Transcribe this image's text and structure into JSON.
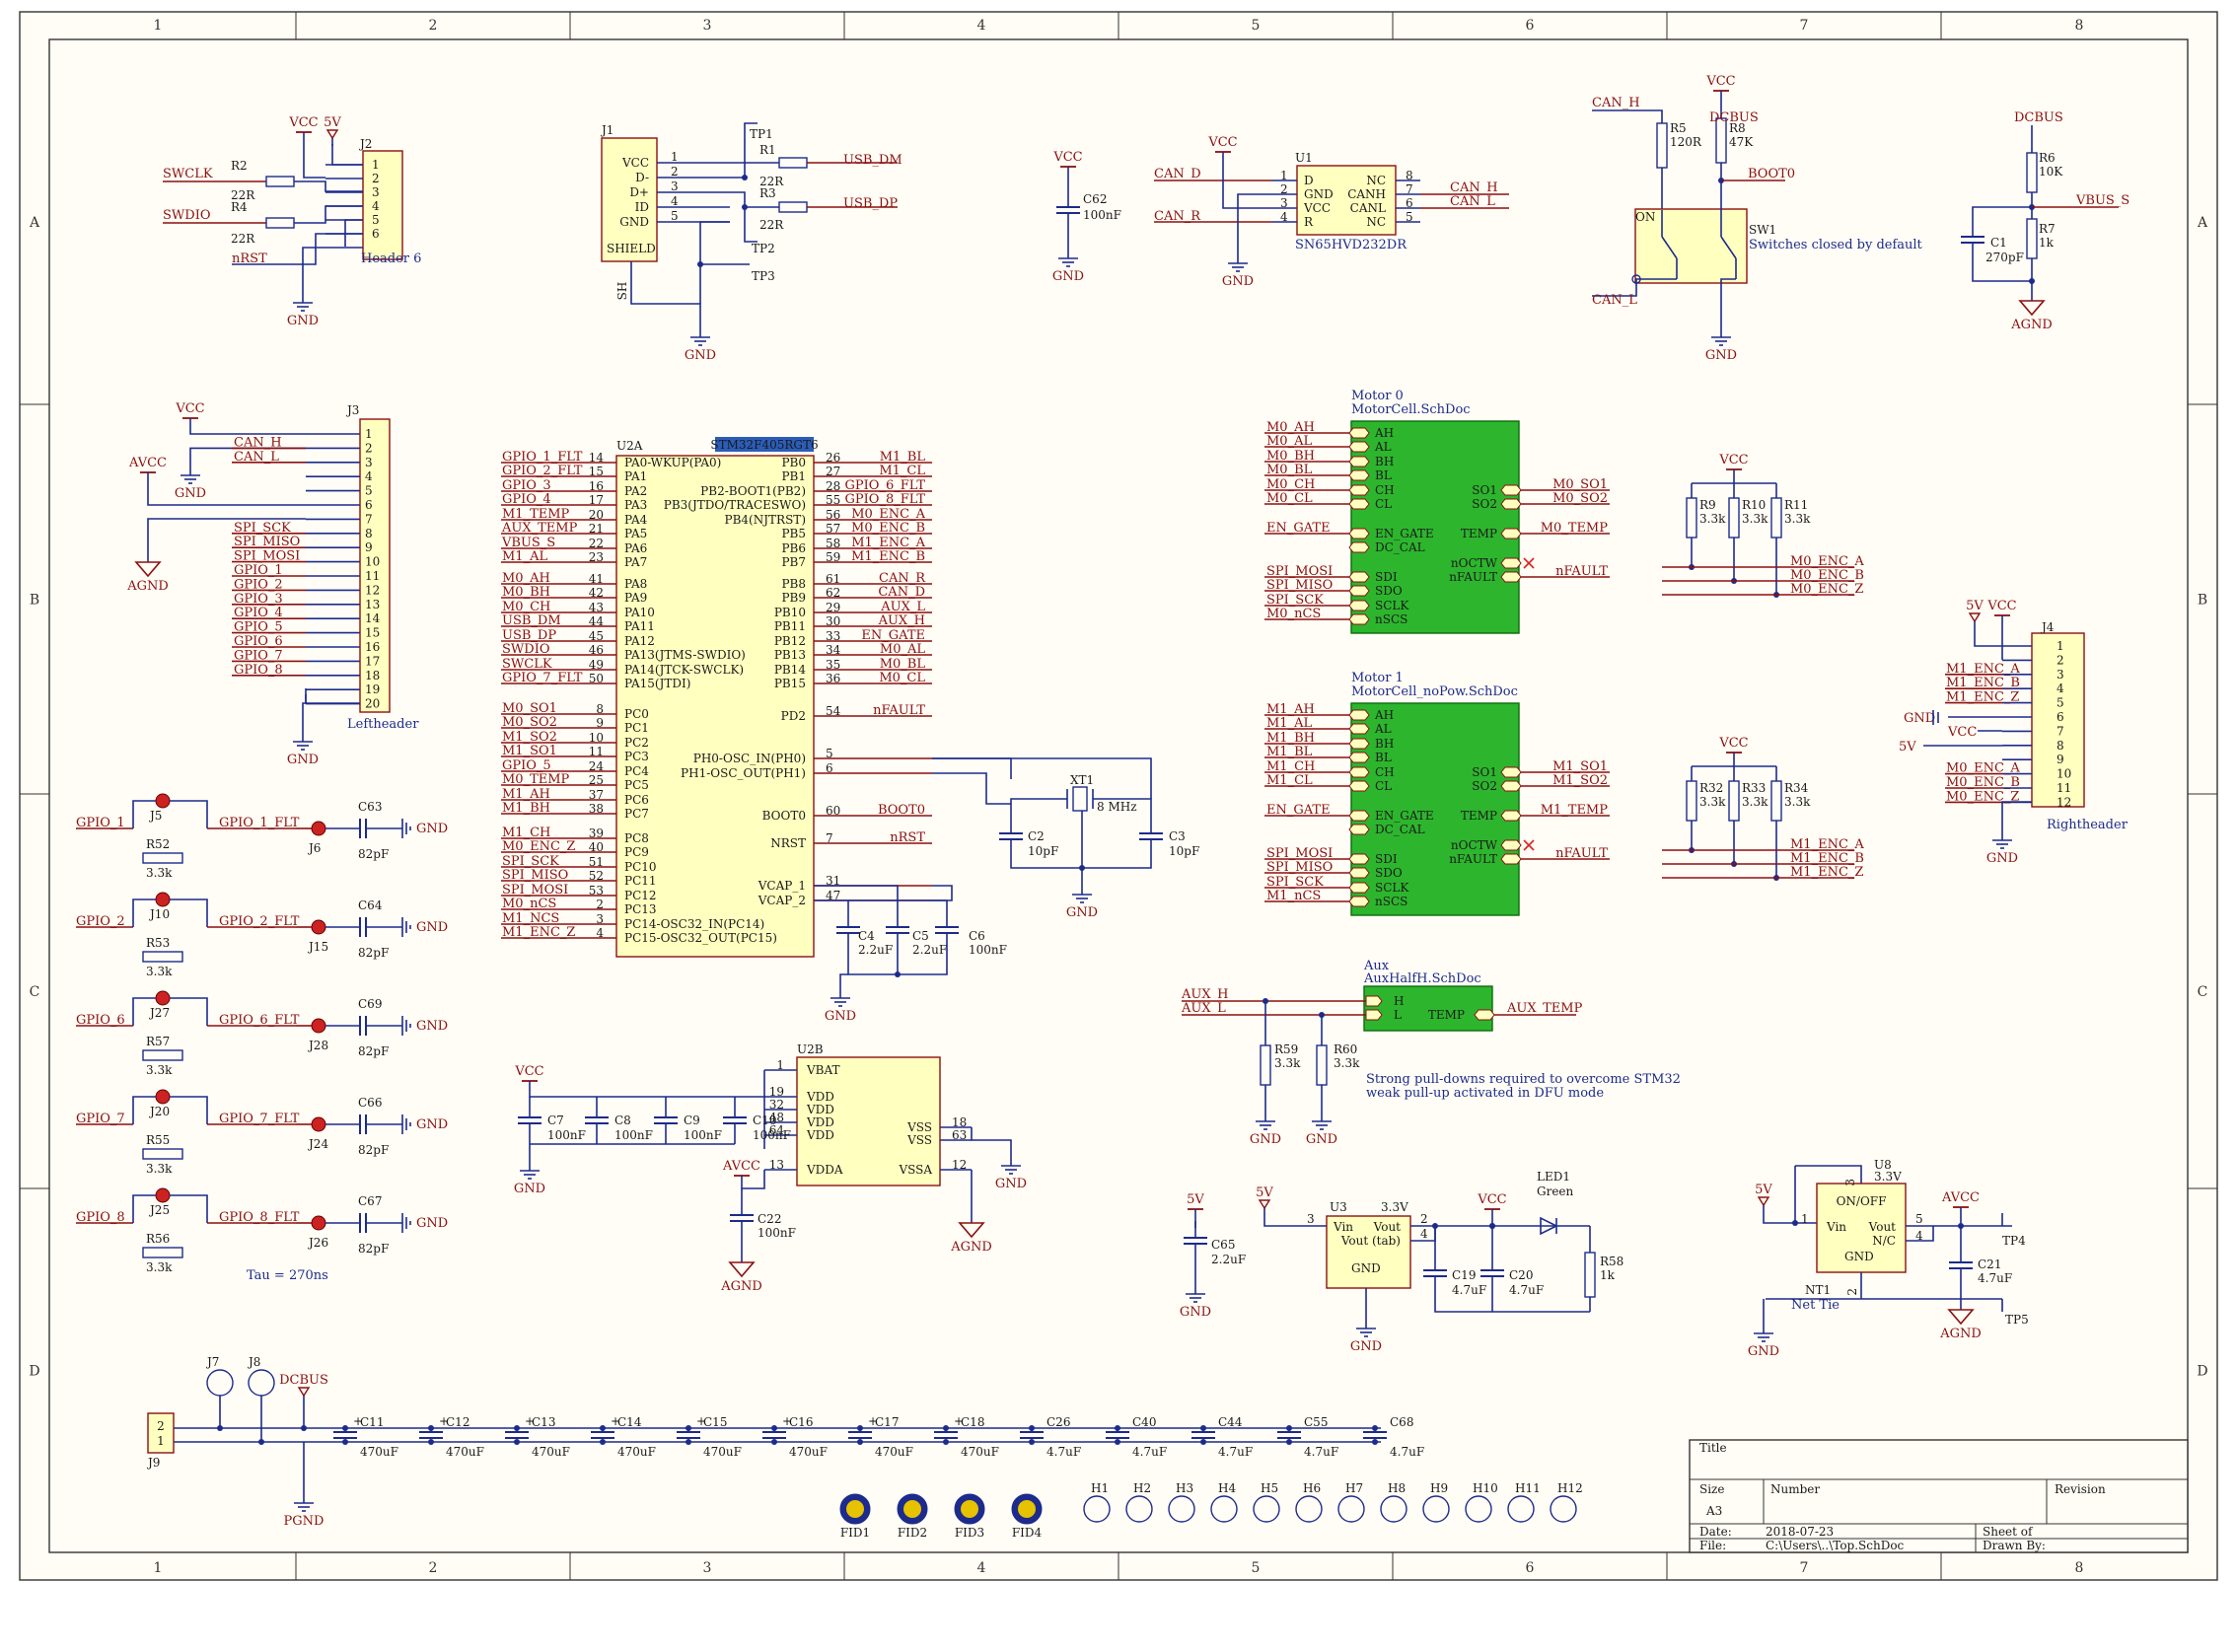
{
  "border": {
    "columns": [
      "1",
      "2",
      "3",
      "4",
      "5",
      "6",
      "7",
      "8"
    ],
    "rows": [
      "A",
      "B",
      "C",
      "D"
    ]
  },
  "title_block": {
    "title_label": "Title",
    "size_label": "Size",
    "size_value": "A3",
    "number_label": "Number",
    "revision_label": "Revision",
    "date_label": "Date:",
    "date_value": "2018-07-23",
    "sheet_label": "Sheet    of",
    "file_label": "File:",
    "file_value": "C:\\Users\\..\\Top.SchDoc",
    "drawn_label": "Drawn By:"
  },
  "j2": {
    "ref": "J2",
    "name": "Header 6",
    "pins": [
      "1",
      "2",
      "3",
      "4",
      "5",
      "6"
    ],
    "r2": "R2",
    "r2_val": "22R",
    "r4": "R4",
    "r4_val": "22R",
    "swclk": "SWCLK",
    "swdio": "SWDIO",
    "nrst": "nRST",
    "vcc": "VCC",
    "v5": "5V",
    "gnd": "GND"
  },
  "j1": {
    "ref": "J1",
    "pins": [
      "VCC",
      "D-",
      "D+",
      "ID",
      "GND"
    ],
    "shield": "SHIELD",
    "sh": "SH",
    "pin_nums": [
      "1",
      "2",
      "3",
      "4",
      "5"
    ],
    "r1": "R1",
    "r1_val": "22R",
    "r3": "R3",
    "r3_val": "22R",
    "usb_dm": "USB_DM",
    "usb_dp": "USB_DP",
    "tp1": "TP1",
    "tp2": "TP2",
    "tp3": "TP3",
    "gnd": "GND"
  },
  "c62": {
    "vcc": "VCC",
    "ref": "C62",
    "val": "100nF",
    "gnd": "GND"
  },
  "u1": {
    "ref": "U1",
    "name": "SN65HVD232DR",
    "left_pins": [
      "D",
      "GND",
      "VCC",
      "R"
    ],
    "left_nums": [
      "1",
      "2",
      "3",
      "4"
    ],
    "right_pins": [
      "NC",
      "CANH",
      "CANL",
      "NC"
    ],
    "right_nums": [
      "8",
      "7",
      "6",
      "5"
    ],
    "can_d": "CAN_D",
    "can_r": "CAN_R",
    "can_h": "CAN_H",
    "can_l": "CAN_L",
    "vcc": "VCC",
    "gnd": "GND"
  },
  "sw1": {
    "can_h": "CAN_H",
    "can_l": "CAN_L",
    "r5": "R5",
    "r5_val": "120R",
    "r8": "R8",
    "r8_val": "47K",
    "vcc": "VCC",
    "boot0": "BOOT0",
    "on": "ON",
    "ref": "SW1",
    "note": "Switches closed by default",
    "gnd": "GND"
  },
  "vbus": {
    "dcbus": "DCBUS",
    "r6": "R6",
    "r6_val": "10K",
    "r7": "R7",
    "r7_val": "1k",
    "c1": "C1",
    "c1_val": "270pF",
    "vbus_s": "VBUS_S",
    "agnd": "AGND"
  },
  "j3": {
    "ref": "J3",
    "name": "Leftheader",
    "pins": [
      "1",
      "2",
      "3",
      "4",
      "5",
      "6",
      "7",
      "8",
      "9",
      "10",
      "11",
      "12",
      "13",
      "14",
      "15",
      "16",
      "17",
      "18",
      "19",
      "20"
    ],
    "vcc": "VCC",
    "gnd": "GND",
    "avcc": "AVCC",
    "agnd": "AGND",
    "gnd2": "GND",
    "nets": [
      "CAN_H",
      "CAN_L",
      "SPI_SCK",
      "SPI_MISO",
      "SPI_MOSI",
      "GPIO_1",
      "GPIO_2",
      "GPIO_3",
      "GPIO_4",
      "GPIO_5",
      "GPIO_6",
      "GPIO_7",
      "GPIO_8"
    ]
  },
  "u2a": {
    "ref": "U2A",
    "part": "STM32F405RGT6",
    "left_pins": [
      "PA0-WKUP(PA0)",
      "PA1",
      "PA2",
      "PA3",
      "PA4",
      "PA5",
      "PA6",
      "PA7",
      "PA8",
      "PA9",
      "PA10",
      "PA11",
      "PA12",
      "PA13(JTMS-SWDIO)",
      "PA14(JTCK-SWCLK)",
      "PA15(JTDI)",
      "PC0",
      "PC1",
      "PC2",
      "PC3",
      "PC4",
      "PC5",
      "PC6",
      "PC7",
      "PC8",
      "PC9",
      "PC10",
      "PC11",
      "PC12",
      "PC13",
      "PC14-OSC32_IN(PC14)",
      "PC15-OSC32_OUT(PC15)"
    ],
    "left_nums": [
      "14",
      "15",
      "16",
      "17",
      "20",
      "21",
      "22",
      "23",
      "41",
      "42",
      "43",
      "44",
      "45",
      "46",
      "49",
      "50",
      "8",
      "9",
      "10",
      "11",
      "24",
      "25",
      "37",
      "38",
      "39",
      "40",
      "51",
      "52",
      "53",
      "2",
      "3",
      "4"
    ],
    "left_nets": [
      "GPIO_1_FLT",
      "GPIO_2_FLT",
      "GPIO_3",
      "GPIO_4",
      "M1_TEMP",
      "AUX_TEMP",
      "VBUS_S",
      "M1_AL",
      "M0_AH",
      "M0_BH",
      "M0_CH",
      "USB_DM",
      "USB_DP",
      "SWDIO",
      "SWCLK",
      "GPIO_7_FLT",
      "M0_SO1",
      "M0_SO2",
      "M1_SO2",
      "M1_SO1",
      "GPIO_5",
      "M0_TEMP",
      "M1_AH",
      "M1_BH",
      "M1_CH",
      "M0_ENC_Z",
      "SPI_SCK",
      "SPI_MISO",
      "SPI_MOSI",
      "M0_nCS",
      "M1_NCS",
      "M1_ENC_Z"
    ],
    "right_pins": [
      "PB0",
      "PB1",
      "PB2-BOOT1(PB2)",
      "PB3(JTDO/TRACESWO)",
      "PB4(NJTRST)",
      "PB5",
      "PB6",
      "PB7",
      "PB8",
      "PB9",
      "PB10",
      "PB11",
      "PB12",
      "PB13",
      "PB14",
      "PB15",
      "PD2",
      "PH0-OSC_IN(PH0)",
      "PH1-OSC_OUT(PH1)",
      "BOOT0",
      "NRST",
      "VCAP_1",
      "VCAP_2"
    ],
    "right_nums": [
      "26",
      "27",
      "28",
      "55",
      "56",
      "57",
      "58",
      "59",
      "61",
      "62",
      "29",
      "30",
      "33",
      "34",
      "35",
      "36",
      "54",
      "5",
      "6",
      "60",
      "7",
      "31",
      "47"
    ],
    "right_nets": [
      "M1_BL",
      "M1_CL",
      "GPIO_6_FLT",
      "GPIO_8_FLT",
      "M0_ENC_A",
      "M0_ENC_B",
      "M1_ENC_A",
      "M1_ENC_B",
      "CAN_R",
      "CAN_D",
      "AUX_L",
      "AUX_H",
      "EN_GATE",
      "M0_AL",
      "M0_BL",
      "M0_CL",
      "nFAULT",
      "",
      "",
      "BOOT0",
      "nRST",
      "",
      ""
    ]
  },
  "osc": {
    "xt1": "XT1",
    "xt1_val": "8 MHz",
    "c2": "C2",
    "c2_val": "10pF",
    "c3": "C3",
    "c3_val": "10pF",
    "c4": "C4",
    "c4_val": "2.2uF",
    "c5": "C5",
    "c5_val": "2.2uF",
    "c6": "C6",
    "c6_val": "100nF",
    "gnd": "GND",
    "gnd2": "GND"
  },
  "u2b": {
    "ref": "U2B",
    "pins_left": [
      "VBAT",
      "VDD",
      "VDD",
      "VDD",
      "VDD",
      "VDDA"
    ],
    "nums_left": [
      "1",
      "19",
      "32",
      "48",
      "64",
      "13"
    ],
    "pins_right": [
      "VSS",
      "VSS",
      "VSSA"
    ],
    "nums_right": [
      "18",
      "63",
      "12"
    ],
    "vcc": "VCC",
    "avcc": "AVCC",
    "gnd": "GND",
    "gnd2": "GND",
    "agnd": "AGND",
    "agnd2": "AGND",
    "caps": [
      [
        "C7",
        "100nF"
      ],
      [
        "C8",
        "100nF"
      ],
      [
        "C9",
        "100nF"
      ],
      [
        "C10",
        "100nF"
      ]
    ],
    "c22": "C22",
    "c22_val": "100nF"
  },
  "motor0": {
    "title": "Motor 0",
    "file": "MotorCell.SchDoc",
    "left_ports": [
      "AH",
      "AL",
      "BH",
      "BL",
      "CH",
      "CL",
      "EN_GATE",
      "DC_CAL",
      "SDI",
      "SDO",
      "SCLK",
      "nSCS"
    ],
    "left_nets": [
      "M0_AH",
      "M0_AL",
      "M0_BH",
      "M0_BL",
      "M0_CH",
      "M0_CL",
      "EN_GATE",
      "",
      "SPI_MOSI",
      "SPI_MISO",
      "SPI_SCK",
      "M0_nCS"
    ],
    "right_ports": [
      "SO1",
      "SO2",
      "TEMP",
      "nOCTW",
      "nFAULT"
    ],
    "right_nets": [
      "M0_SO1",
      "M0_SO2",
      "M0_TEMP",
      "",
      "nFAULT"
    ]
  },
  "motor1": {
    "title": "Motor 1",
    "file": "MotorCell_noPow.SchDoc",
    "left_ports": [
      "AH",
      "AL",
      "BH",
      "BL",
      "CH",
      "CL",
      "EN_GATE",
      "DC_CAL",
      "SDI",
      "SDO",
      "SCLK",
      "nSCS"
    ],
    "left_nets": [
      "M1_AH",
      "M1_AL",
      "M1_BH",
      "M1_BL",
      "M1_CH",
      "M1_CL",
      "EN_GATE",
      "",
      "SPI_MOSI",
      "SPI_MISO",
      "SPI_SCK",
      "M1_nCS"
    ],
    "right_ports": [
      "SO1",
      "SO2",
      "TEMP",
      "nOCTW",
      "nFAULT"
    ],
    "right_nets": [
      "M1_SO1",
      "M1_SO2",
      "M1_TEMP",
      "",
      "nFAULT"
    ]
  },
  "enc0": {
    "vcc": "VCC",
    "res": [
      [
        "R9",
        "3.3k"
      ],
      [
        "R10",
        "3.3k"
      ],
      [
        "R11",
        "3.3k"
      ]
    ],
    "nets": [
      "M0_ENC_A",
      "M0_ENC_B",
      "M0_ENC_Z"
    ]
  },
  "enc1": {
    "vcc": "VCC",
    "res": [
      [
        "R32",
        "3.3k"
      ],
      [
        "R33",
        "3.3k"
      ],
      [
        "R34",
        "3.3k"
      ]
    ],
    "nets": [
      "M1_ENC_A",
      "M1_ENC_B",
      "M1_ENC_Z"
    ]
  },
  "j4": {
    "ref": "J4",
    "name": "Rightheader",
    "pins": [
      "1",
      "2",
      "3",
      "4",
      "5",
      "6",
      "7",
      "8",
      "9",
      "10",
      "11",
      "12"
    ],
    "v5": "5V",
    "vcc": "VCC",
    "gnd": "GND",
    "gnd_side": "GND",
    "v5_side": "5V",
    "vcc_side": "VCC",
    "nets": [
      "M1_ENC_A",
      "M1_ENC_B",
      "M1_ENC_Z",
      "M0_ENC_A",
      "M0_ENC_B",
      "M0_ENC_Z"
    ]
  },
  "aux": {
    "title": "Aux",
    "file": "AuxHalfH.SchDoc",
    "ports": [
      "H",
      "L"
    ],
    "temp": "TEMP",
    "aux_h": "AUX_H",
    "aux_l": "AUX_L",
    "aux_temp": "AUX_TEMP",
    "r59": "R59",
    "r59_val": "3.3k",
    "r60": "R60",
    "r60_val": "3.3k",
    "gnd": "GND",
    "gnd2": "GND",
    "note1": "Strong pull-downs required to overcome STM32",
    "note2": "weak pull-up activated in DFU mode"
  },
  "filters": {
    "rows": [
      {
        "gpio": "GPIO_1",
        "jumper": "J5",
        "res": "R52",
        "res_val": "3.3k",
        "flt": "GPIO_1_FLT",
        "tp": "J6",
        "cap": "C63",
        "cap_val": "82pF"
      },
      {
        "gpio": "GPIO_2",
        "jumper": "J10",
        "res": "R53",
        "res_val": "3.3k",
        "flt": "GPIO_2_FLT",
        "tp": "J15",
        "cap": "C64",
        "cap_val": "82pF"
      },
      {
        "gpio": "GPIO_6",
        "jumper": "J27",
        "res": "R57",
        "res_val": "3.3k",
        "flt": "GPIO_6_FLT",
        "tp": "J28",
        "cap": "C69",
        "cap_val": "82pF"
      },
      {
        "gpio": "GPIO_7",
        "jumper": "J20",
        "res": "R55",
        "res_val": "3.3k",
        "flt": "GPIO_7_FLT",
        "tp": "J24",
        "cap": "C66",
        "cap_val": "82pF"
      },
      {
        "gpio": "GPIO_8",
        "jumper": "J25",
        "res": "R56",
        "res_val": "3.3k",
        "flt": "GPIO_8_FLT",
        "tp": "J26",
        "cap": "C67",
        "cap_val": "82pF"
      }
    ],
    "gnd": "GND",
    "tau": "Tau = 270ns"
  },
  "u3": {
    "v5": "5V",
    "c65": "C65",
    "c65_val": "2.2uF",
    "gnd": "GND",
    "ref": "U3",
    "val": "3.3V",
    "vin": "Vin",
    "vout": "Vout",
    "vout_tab": "Vout (tab)",
    "gndp": "GND",
    "n3": "3",
    "n2": "2",
    "n4": "4",
    "vin5": "5V",
    "c19": "C19",
    "c19_val": "4.7uF",
    "c20": "C20",
    "c20_val": "4.7uF",
    "vcc": "VCC",
    "led": "LED1",
    "led_val": "Green",
    "r58": "R58",
    "r58_val": "1k",
    "gnd2": "GND"
  },
  "u8": {
    "ref": "U8",
    "val": "3.3V",
    "v5": "5V",
    "on_off": "ON/OFF",
    "vin": "Vin",
    "vout": "Vout",
    "nc": "N/C",
    "gndp": "GND",
    "n1": "1",
    "n3": "3",
    "n5": "5",
    "n4": "4",
    "n2": "2",
    "nt1": "NT1",
    "nettie": "Net Tie",
    "avcc": "AVCC",
    "c21": "C21",
    "c21_val": "4.7uF",
    "tp4": "TP4",
    "tp5": "TP5",
    "gnd": "GND",
    "agnd": "AGND"
  },
  "power": {
    "j7": "J7",
    "j8": "J8",
    "dcbus": "DCBUS",
    "j9": "J9",
    "pins": [
      "2",
      "1"
    ],
    "pgnd": "PGND",
    "caps": [
      [
        "C11",
        "470uF",
        true
      ],
      [
        "C12",
        "470uF",
        true
      ],
      [
        "C13",
        "470uF",
        true
      ],
      [
        "C14",
        "470uF",
        true
      ],
      [
        "C15",
        "470uF",
        true
      ],
      [
        "C16",
        "470uF",
        true
      ],
      [
        "C17",
        "470uF",
        true
      ],
      [
        "C18",
        "470uF",
        true
      ],
      [
        "C26",
        "4.7uF",
        false
      ],
      [
        "C40",
        "4.7uF",
        false
      ],
      [
        "C44",
        "4.7uF",
        false
      ],
      [
        "C55",
        "4.7uF",
        false
      ],
      [
        "C68",
        "4.7uF",
        false
      ]
    ]
  },
  "fiducials": [
    "FID1",
    "FID2",
    "FID3",
    "FID4"
  ],
  "holes": [
    "H1",
    "H2",
    "H3",
    "H4",
    "H5",
    "H6",
    "H7",
    "H8",
    "H9",
    "H10",
    "H11",
    "H12"
  ],
  "colors": {
    "wire": "#1d2b8c",
    "net": "#8b1010",
    "body": "#ffffc0",
    "bodystroke": "#8b1010",
    "sheet": "#2db52d",
    "paper": "#fffdf5"
  }
}
